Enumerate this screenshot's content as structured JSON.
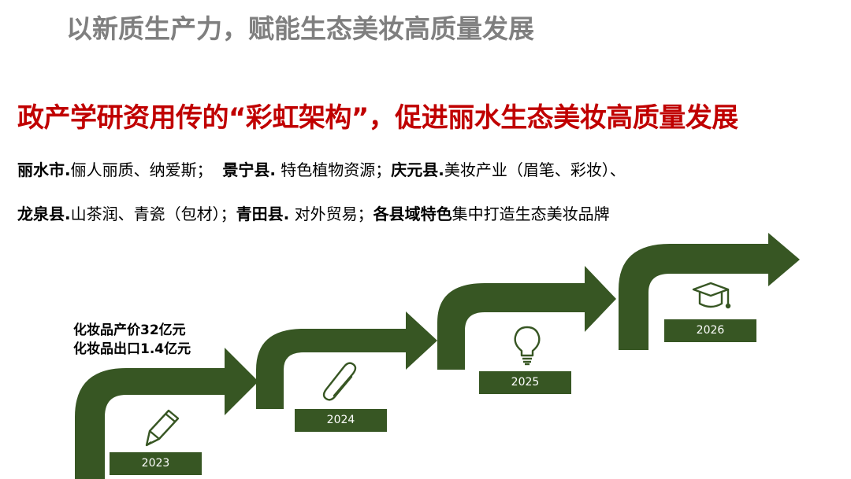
{
  "title": "以新质生产力，赋能生态美妆高质量发展",
  "subtitle": "政产学研资用传的“彩虹架构”，促进丽水生态美妆高质量发展",
  "line1": {
    "p1_bold": "丽水市.",
    "p1_text": "俪人丽质、纳爱斯；",
    "p2_bold": "景宁县.",
    "p2_text": " 特色植物资源；",
    "p3_bold": "庆元县.",
    "p3_text": "美妆产业（眉笔、彩妆）、"
  },
  "line2": {
    "p1_bold": "龙泉县.",
    "p1_text": "山茶润、青瓷（包材）；",
    "p2_bold": "青田县.",
    "p2_text": " 对外贸易；",
    "p3_bold": "各县域特色",
    "p3_text": "集中打造生态美妆品牌"
  },
  "stats": {
    "output": "化妆品产价32亿元",
    "export": "化妆品出口1.4亿元"
  },
  "timeline": [
    {
      "year": "2023",
      "icon": "pencil-icon"
    },
    {
      "year": "2024",
      "icon": "paperclip-icon"
    },
    {
      "year": "2025",
      "icon": "lightbulb-icon"
    },
    {
      "year": "2026",
      "icon": "graduation-cap-icon"
    }
  ],
  "colors": {
    "arrow": "#375623",
    "title": "#7f7f7f",
    "subtitle": "#c00000"
  }
}
